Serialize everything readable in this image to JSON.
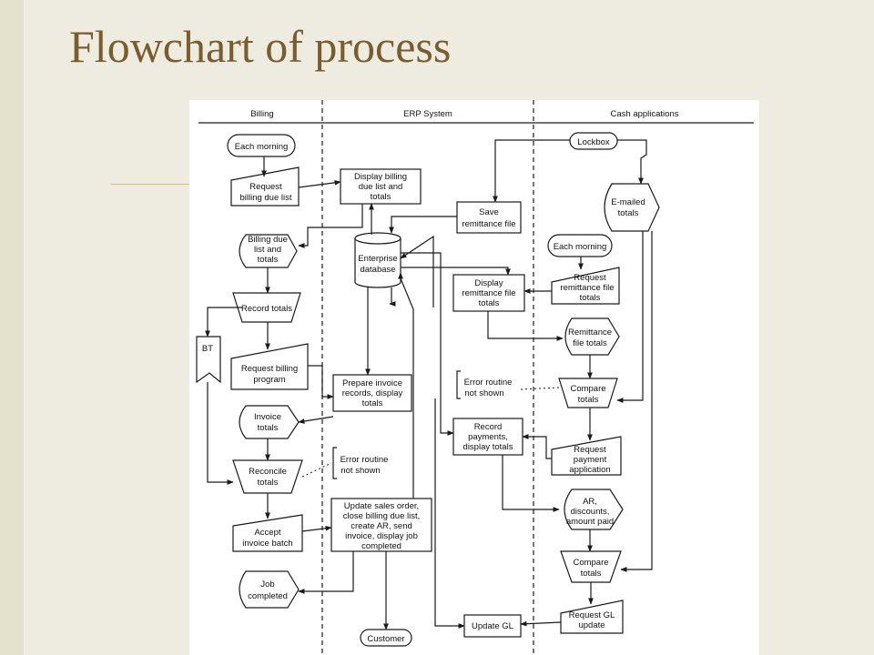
{
  "slide": {
    "title": "Flowchart of process"
  },
  "lanes": {
    "billing": "Billing",
    "erp": "ERP System",
    "cash": "Cash applications"
  },
  "nodes": {
    "each_morning_billing": [
      "Each morning"
    ],
    "request_billing_due_list": [
      "Request",
      "billing due list"
    ],
    "billing_due_list_totals": [
      "Billing due",
      "list and",
      "totals"
    ],
    "record_totals": [
      "Record totals"
    ],
    "bt": [
      "BT"
    ],
    "request_billing_program": [
      "Request billing",
      "program"
    ],
    "invoice_totals": [
      "Invoice",
      "totals"
    ],
    "reconcile_totals": [
      "Reconcile",
      "totals"
    ],
    "error_routine_billing": [
      "Error routine",
      "not shown"
    ],
    "accept_invoice_batch": [
      "Accept",
      "invoice batch"
    ],
    "job_completed": [
      "Job",
      "completed"
    ],
    "display_billing_due_list": [
      "Display billing",
      "due list and",
      "totals"
    ],
    "enterprise_database": [
      "Enterprise",
      "database"
    ],
    "prepare_invoice_records": [
      "Prepare invoice",
      "records, display",
      "totals"
    ],
    "update_sales_order": [
      "Update sales order,",
      "close billing due list,",
      "create AR, send",
      "invoice, display job",
      "completed"
    ],
    "customer": [
      "Customer"
    ],
    "save_remittance_file": [
      "Save",
      "remittance file"
    ],
    "display_remittance_file": [
      "Display",
      "remittance file",
      "totals"
    ],
    "record_payments": [
      "Record",
      "payments,",
      "display totals"
    ],
    "update_gl": [
      "Update GL"
    ],
    "lockbox": [
      "Lockbox"
    ],
    "emailed_totals": [
      "E-mailed",
      "totals"
    ],
    "each_morning_cash": [
      "Each morning"
    ],
    "request_remittance_file": [
      "Request",
      "remittance file",
      "totals"
    ],
    "remittance_file_totals": [
      "Remittance",
      "file totals"
    ],
    "error_routine_cash": [
      "Error routine",
      "not shown"
    ],
    "compare_totals_1": [
      "Compare",
      "totals"
    ],
    "request_payment_application": [
      "Request",
      "payment",
      "application"
    ],
    "ar_discounts": [
      "AR,",
      "discounts,",
      "amount paid"
    ],
    "compare_totals_2": [
      "Compare",
      "totals"
    ],
    "request_gl_update": [
      "Request GL",
      "update"
    ]
  }
}
